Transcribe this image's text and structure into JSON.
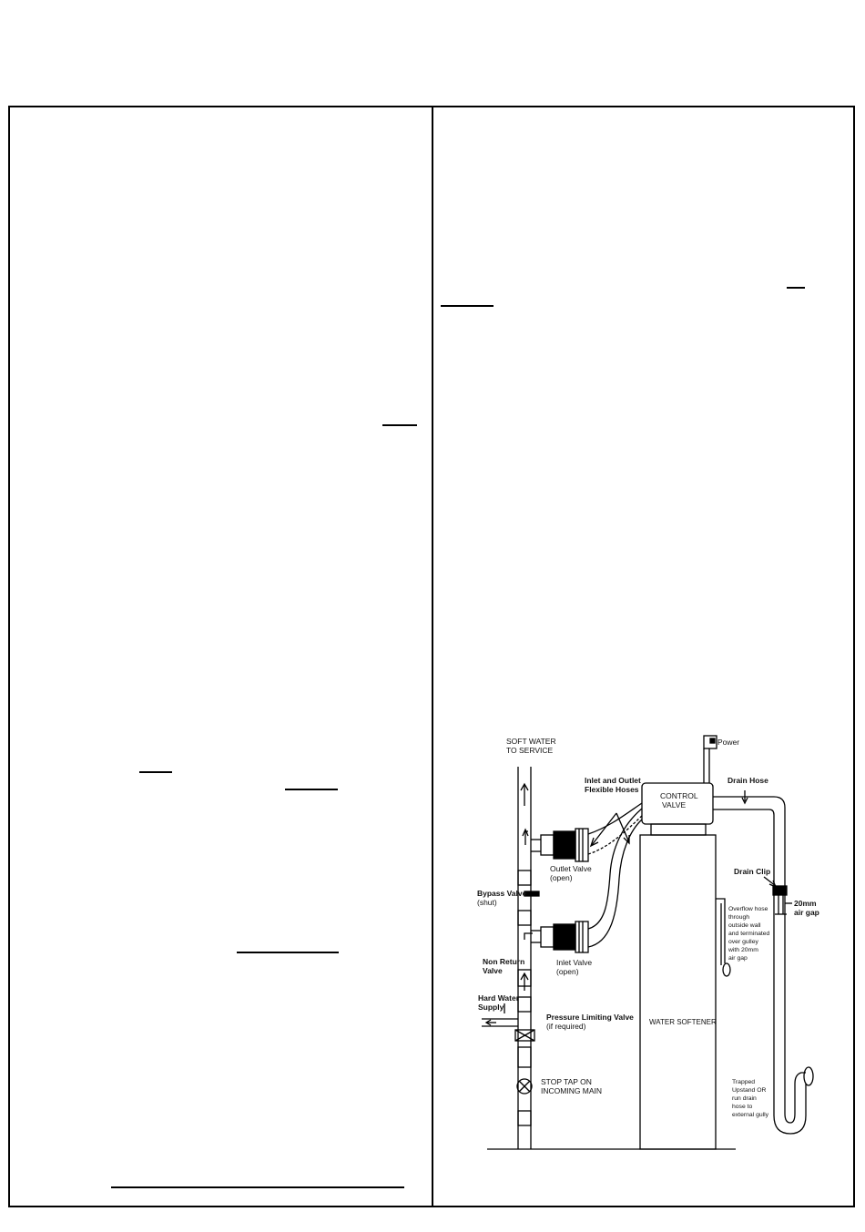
{
  "diagram": {
    "labels": {
      "soft_water_line1": "SOFT WATER",
      "soft_water_line2": "TO SERVICE",
      "power": "Power",
      "hoses_line1": "Inlet and Outlet",
      "hoses_line2": "Flexible Hoses",
      "control_valve_line1": "CONTROL",
      "control_valve_line2": "VALVE",
      "drain_hose": "Drain Hose",
      "outlet_valve": "Outlet Valve",
      "outlet_valve_state": "(open)",
      "drain_clip": "Drain Clip",
      "bypass_valve": "Bypass Valve",
      "bypass_valve_state": "(shut)",
      "air_gap_line1": "20mm",
      "air_gap_line2": "air gap",
      "overflow_line1": "Overflow hose",
      "overflow_line2": "through",
      "overflow_line3": "outside wall",
      "overflow_line4": "and terminated",
      "overflow_line5": "over gulley",
      "overflow_line6": "with 20mm",
      "overflow_line7": "air gap",
      "inlet_valve": "Inlet Valve",
      "inlet_valve_state": "(open)",
      "non_return_line1": "Non Return",
      "non_return_line2": "Valve",
      "hard_water_line1": "Hard Water",
      "hard_water_line2": "Supply",
      "pressure_valve": "Pressure Limiting Valve",
      "pressure_valve_state": "(if required)",
      "water_softener": "WATER SOFTENER",
      "stop_tap_line1": "STOP TAP ON",
      "stop_tap_line2": "INCOMING MAIN",
      "trapped_line1": "Trapped",
      "trapped_line2": "Upstand OR",
      "trapped_line3": "run drain",
      "trapped_line4": "hose to",
      "trapped_line5": "external gully"
    }
  }
}
